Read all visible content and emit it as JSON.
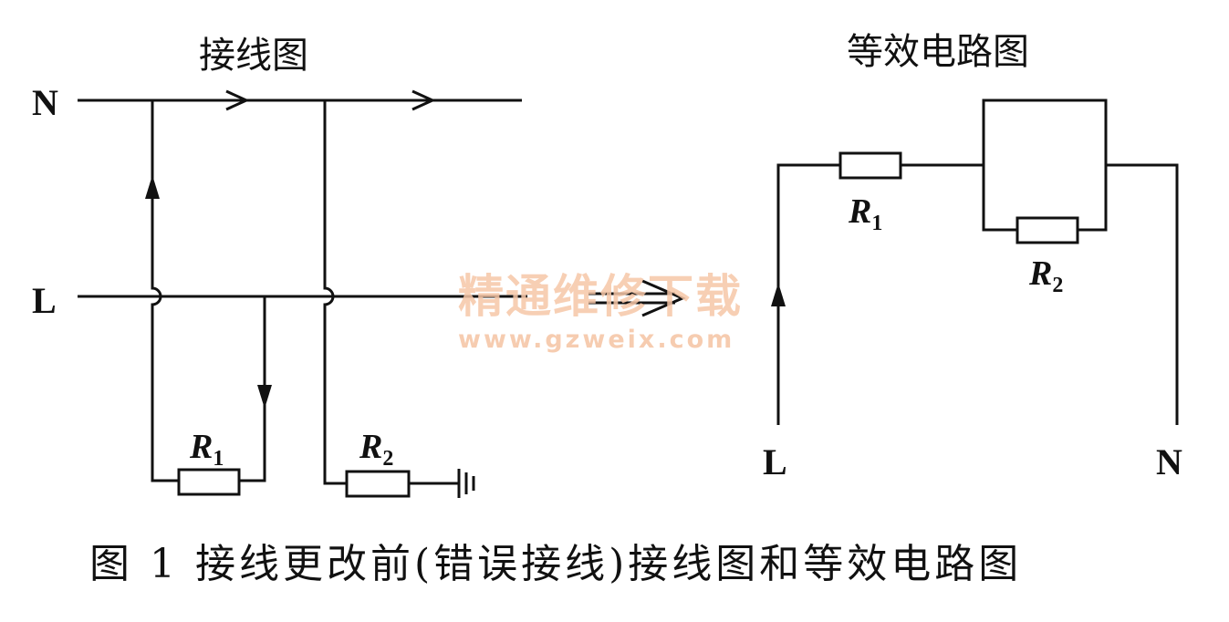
{
  "left_diagram": {
    "title": "接线图",
    "terminal_n": "N",
    "terminal_l": "L",
    "r1": {
      "symbol": "R",
      "sub": "1"
    },
    "r2": {
      "symbol": "R",
      "sub": "2"
    }
  },
  "right_diagram": {
    "title": "等效电路图",
    "terminal_l": "L",
    "terminal_n": "N",
    "r1": {
      "symbol": "R",
      "sub": "1"
    },
    "r2": {
      "symbol": "R",
      "sub": "2"
    }
  },
  "caption": "图 1   接线更改前(错误接线)接线图和等效电路图",
  "watermark": {
    "name": "精通维修下载",
    "url": "www.gzweix.com"
  },
  "colors": {
    "ink": "#111111",
    "watermark": "#f6c7a8"
  }
}
